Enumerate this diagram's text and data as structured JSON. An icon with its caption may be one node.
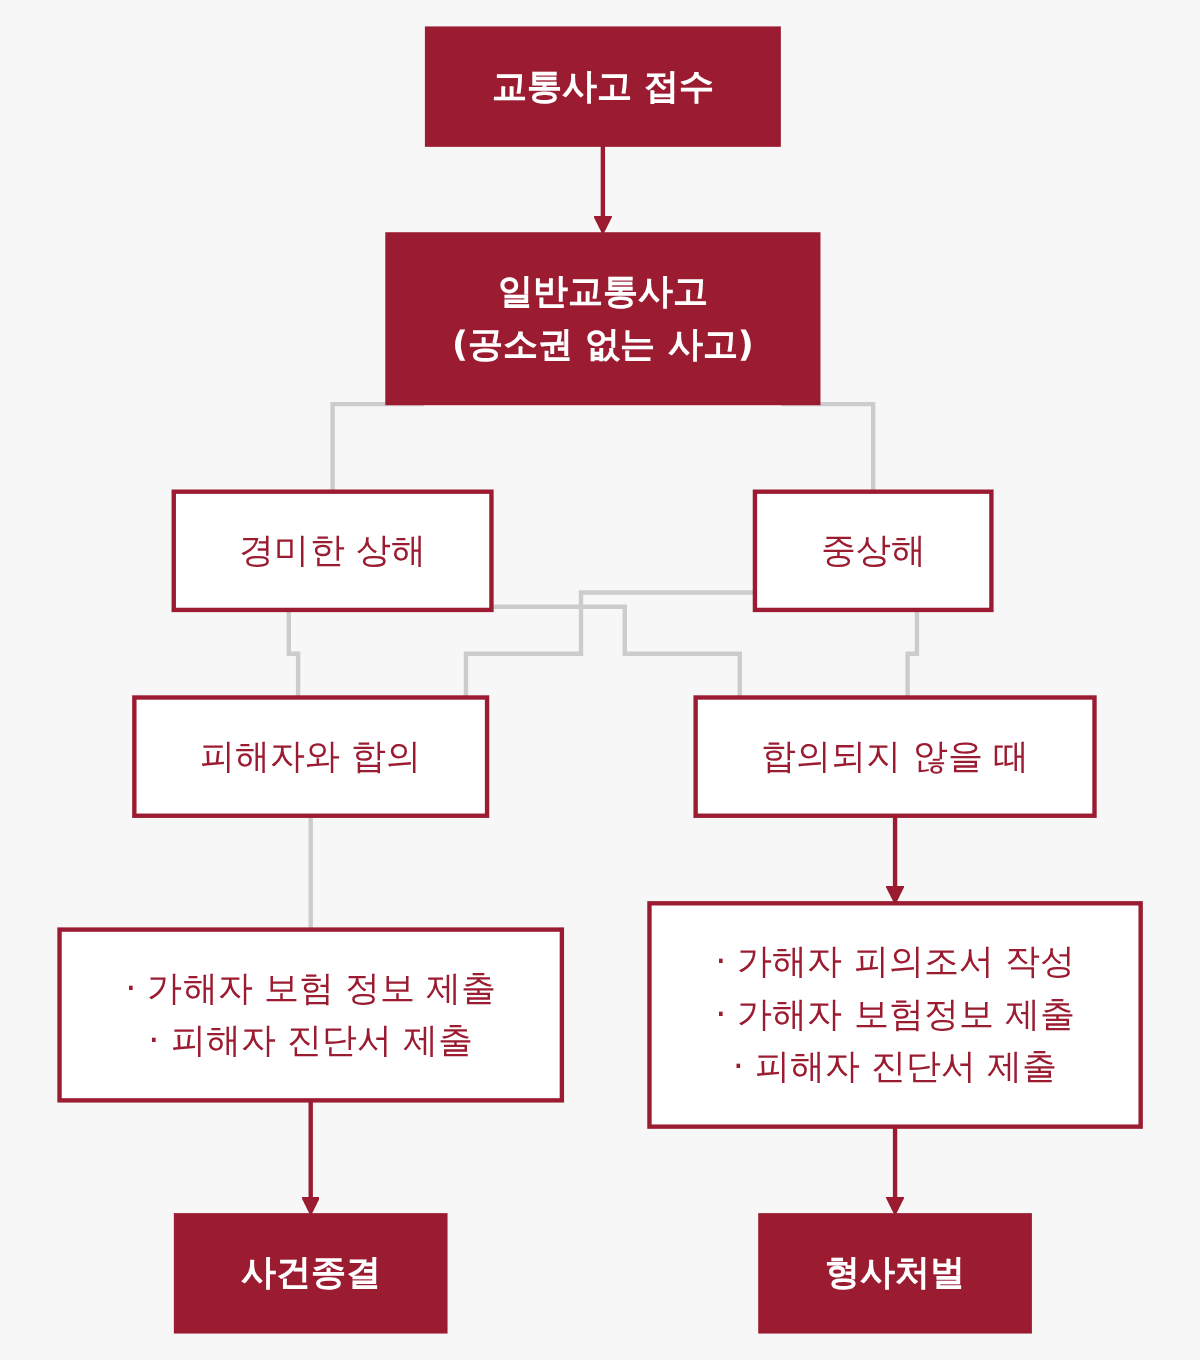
{
  "diagram": {
    "nodes": [
      {
        "text": [
          "교통사고 접수"
        ]
      },
      {
        "text": [
          "일반교통사고",
          "(공소권 없는 사고)"
        ]
      },
      {
        "text": [
          "경미한 상해"
        ]
      },
      {
        "text": [
          "중상해"
        ]
      },
      {
        "text": [
          "피해자와 합의"
        ]
      },
      {
        "text": [
          "합의되지 않을 때"
        ]
      },
      {
        "text": [
          "· 가해자 보험 정보 제출",
          "· 피해자 진단서 제출"
        ]
      },
      {
        "text": [
          "· 가해자 피의조서 작성",
          "· 가해자 보험정보 제출",
          "· 피해자 진단서 제출"
        ]
      },
      {
        "text": [
          "사건종결"
        ]
      },
      {
        "text": [
          "형사처벌"
        ]
      }
    ],
    "edges": [
      {
        "from": 0,
        "to": 1,
        "arrow": "to",
        "color": "#9b1b30"
      },
      {
        "from": 1,
        "to": 2,
        "arrow": "none"
      },
      {
        "from": 1,
        "to": 3,
        "arrow": "none"
      },
      {
        "from": 2,
        "to": 4,
        "arrow": "none"
      },
      {
        "from": 2,
        "to": 5,
        "arrow": "none"
      },
      {
        "from": 3,
        "to": 4,
        "arrow": "none"
      },
      {
        "from": 3,
        "to": 5,
        "arrow": "none"
      },
      {
        "from": 4,
        "to": 6,
        "arrow": "none"
      },
      {
        "from": 5,
        "to": 7,
        "arrow": "to",
        "color": "#9b1b30"
      },
      {
        "from": 6,
        "to": 8,
        "arrow": "to",
        "color": "#9b1b30"
      },
      {
        "from": 7,
        "to": 9,
        "arrow": "to",
        "color": "#9b1b30"
      }
    ]
  }
}
